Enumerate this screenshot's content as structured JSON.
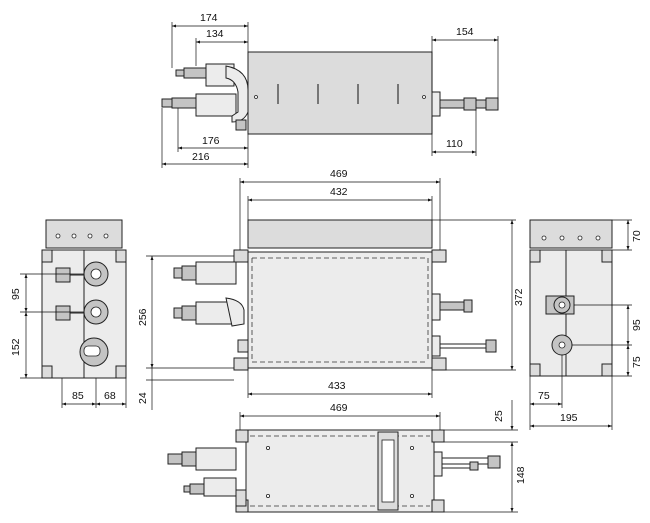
{
  "drawing": {
    "top_view": {
      "dims": {
        "width_174": "174",
        "width_134": "134",
        "width_154": "154",
        "width_176": "176",
        "width_216": "216",
        "width_110": "110"
      }
    },
    "front_view": {
      "dims": {
        "width_469_top": "469",
        "width_432": "432",
        "width_433": "433",
        "height_372": "372",
        "height_256": "256",
        "offset_24": "24"
      }
    },
    "left_view": {
      "dims": {
        "height_95": "95",
        "height_152": "152",
        "width_85": "85",
        "width_68": "68"
      }
    },
    "right_view": {
      "dims": {
        "height_70": "70",
        "height_95": "95",
        "height_75_vert": "75",
        "width_75": "75",
        "width_195": "195"
      }
    },
    "bottom_view": {
      "dims": {
        "width_469": "469",
        "height_25": "25",
        "height_148": "148"
      }
    }
  }
}
